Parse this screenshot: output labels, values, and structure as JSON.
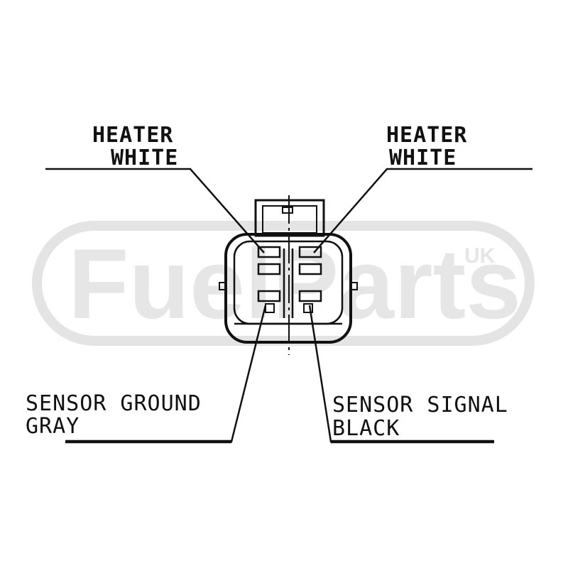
{
  "watermark": {
    "brand": "FuelParts",
    "region": "UK",
    "color": "#e4e4e4"
  },
  "labels": {
    "top_left": {
      "line1": "HEATER",
      "line2": "WHITE"
    },
    "top_right": {
      "line1": "HEATER",
      "line2": "WHITE"
    },
    "bottom_left": {
      "line1": "SENSOR GROUND",
      "line2": "GRAY"
    },
    "bottom_right": {
      "line1": "SENSOR SIGNAL",
      "line2": "BLACK"
    }
  },
  "colors": {
    "ink": "#111111",
    "background": "#ffffff"
  }
}
